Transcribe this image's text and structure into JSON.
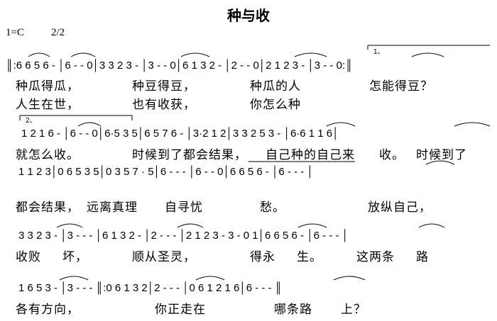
{
  "title": "种与收",
  "key": "1=C",
  "time": "2/2",
  "ending_marks": {
    "first": "1、",
    "second": "2、"
  },
  "systems": [
    {
      "notes": "║:6 6 5 6 - │6 - - 0│3 3 2 3 - │3 - - 0│6 1 3 2 - │2 - - 0│2 1 2 3 - │3 - - 0:║",
      "lyrics": [
        {
          "text": "种瓜得瓜，",
          "offset": 0
        },
        {
          "text": "种豆得豆，",
          "offset": 0
        },
        {
          "text": "种瓜的人",
          "offset": 0
        },
        {
          "text": "怎能得豆？",
          "offset": 0
        }
      ],
      "lyrics2": [
        {
          "text": "人生在世，",
          "offset": 0
        },
        {
          "text": "也有收获，",
          "offset": 0
        },
        {
          "text": "你怎么种",
          "offset": 0
        }
      ]
    },
    {
      "notes": "1 2 1 6 - │6 - - 0│6·5 3 5│6 5 7 6 - │3·2 1 2│3 3 2 5 3 - │6·6 1 1 6│",
      "lyrics": [
        {
          "text": "就怎么收。",
          "offset": 0
        },
        {
          "text": "时候到了都会结果，",
          "offset": 0
        },
        {
          "text": "自己种的自己来",
          "offset": 0
        },
        {
          "text": "收。",
          "offset": 0
        },
        {
          "text": "时候到了",
          "offset": 0
        }
      ]
    },
    {
      "notes": "1 1 2 3│0 6 5 3 5│0 3 5 7 · 5│6 - - - │6 - - 0│6 6 5 6 - │6 - - - │",
      "lyrics": [
        {
          "text": "都会结果，",
          "offset": 0
        },
        {
          "text": "远离真理",
          "offset": 0
        },
        {
          "text": "自寻忧",
          "offset": 0
        },
        {
          "text": "愁。",
          "offset": 0
        },
        {
          "text": "放纵自己，",
          "offset": 0
        }
      ]
    },
    {
      "notes": "3 3 2 3 - │3 - - - │6 1 3 2 - │2 - - - │2 1 2 3 - 3 - 0 1│6 6 5 6 - │6 - - - │",
      "lyrics": [
        {
          "text": "收败",
          "offset": 0
        },
        {
          "text": "坏，",
          "offset": 0
        },
        {
          "text": "顺从圣灵，",
          "offset": 0
        },
        {
          "text": "得永",
          "offset": 0
        },
        {
          "text": "生。",
          "offset": 0
        },
        {
          "text": "这两条",
          "offset": 0
        },
        {
          "text": "路",
          "offset": 0
        }
      ]
    },
    {
      "notes": "1 6 5 3 - │3 - - - ║:0 6 1 3 2│2 - - - │0 6 1 2 1 6│6 - - - ║",
      "lyrics": [
        {
          "text": "各有方向，",
          "offset": 0
        },
        {
          "text": "你正走在",
          "offset": 0
        },
        {
          "text": "哪条路",
          "offset": 0
        },
        {
          "text": "上？",
          "offset": 0
        }
      ]
    }
  ]
}
